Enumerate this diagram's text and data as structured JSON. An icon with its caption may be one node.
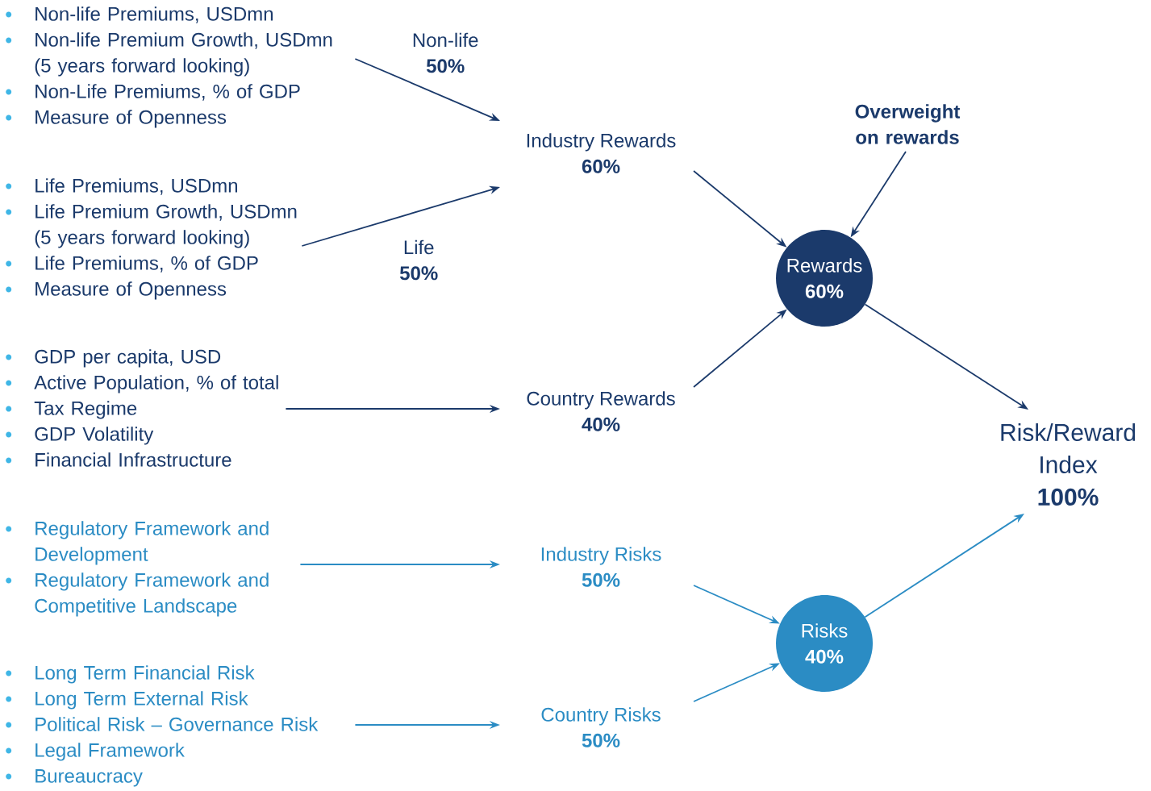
{
  "diagram": {
    "nodes": [
      {
        "text": [
          "Non-life Premiums, USDmn",
          "Non-life Premium Growth, USDmn (5 years forward looking)",
          "Non-Life Premiums, % of GDP",
          "Measure of Openness"
        ]
      },
      {
        "text": [
          "Life Premiums, USDmn",
          "Life Premium Growth, USDmn (5 years forward looking)",
          "Life Premiums, % of GDP",
          "Measure of Openness"
        ]
      },
      {
        "text": [
          "GDP per capita, USD",
          "Active Population, % of total",
          "Tax Regime",
          "GDP Volatility",
          "Financial Infrastructure"
        ]
      },
      {
        "text": [
          "Regulatory Framework and Development",
          "Regulatory Framework and Competitive Landscape"
        ]
      },
      {
        "text": [
          "Long Term Financial Risk",
          "Long Term External Risk",
          "Political Risk – Governance Risk",
          "Legal Framework",
          "Bureaucracy"
        ]
      },
      {
        "text": [
          "Industry Rewards",
          "60%"
        ]
      },
      {
        "text": [
          "Country Rewards",
          "40%"
        ]
      },
      {
        "text": [
          "Industry Risks",
          "50%"
        ]
      },
      {
        "text": [
          "Country Risks",
          "50%"
        ]
      },
      {
        "text": [
          "Rewards",
          "60%"
        ]
      },
      {
        "text": [
          "Risks",
          "40%"
        ]
      },
      {
        "text": [
          "Risk/Reward Index",
          "100%"
        ]
      },
      {
        "text": [
          "Overweight on rewards"
        ]
      }
    ],
    "edges": [
      {
        "from": 0,
        "to": 5,
        "arrow": "to",
        "label": "Non-life **50%**"
      },
      {
        "from": 1,
        "to": 5,
        "arrow": "to",
        "label": "Life **50%**"
      },
      {
        "from": 2,
        "to": 6,
        "arrow": "to"
      },
      {
        "from": 3,
        "to": 7,
        "arrow": "to",
        "color": "#2b8cc4"
      },
      {
        "from": 4,
        "to": 8,
        "arrow": "to",
        "color": "#2b8cc4"
      },
      {
        "from": 5,
        "to": 9,
        "arrow": "to"
      },
      {
        "from": 6,
        "to": 9,
        "arrow": "to"
      },
      {
        "from": 12,
        "to": 9,
        "arrow": "to"
      },
      {
        "from": 7,
        "to": 10,
        "arrow": "to",
        "color": "#2b8cc4"
      },
      {
        "from": 8,
        "to": 10,
        "arrow": "to",
        "color": "#2b8cc4"
      },
      {
        "from": 9,
        "to": 11,
        "arrow": "to"
      },
      {
        "from": 10,
        "to": 11,
        "arrow": "to",
        "color": "#2b8cc4"
      }
    ]
  }
}
